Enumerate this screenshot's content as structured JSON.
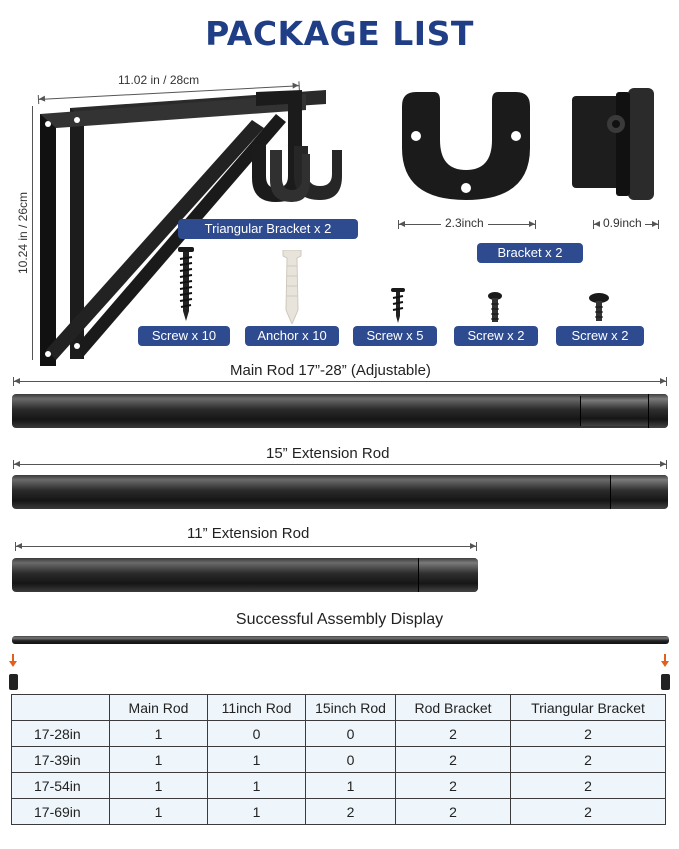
{
  "title": "PACKAGE LIST",
  "triangular_bracket": {
    "width_label": "11.02 in / 28cm",
    "height_label": "10.24 in / 26cm",
    "pill": "Triangular Bracket x 2"
  },
  "rod_bracket": {
    "width_label": "2.3inch",
    "depth_label": "0.9inch",
    "pill": "Bracket x 2"
  },
  "hardware": [
    {
      "label": "Screw x 10"
    },
    {
      "label": "Anchor x 10"
    },
    {
      "label": "Screw x 5"
    },
    {
      "label": "Screw x 2"
    },
    {
      "label": "Screw x 2"
    }
  ],
  "rods": {
    "main": "Main Rod 17”-28” (Adjustable)",
    "ext15": "15” Extension Rod",
    "ext11": "11” Extension Rod"
  },
  "assembly_title": "Successful Assembly Display",
  "colors": {
    "title": "#1f3e86",
    "pill": "#2e4b8f",
    "arrow": "#e0601e",
    "table_bg": "#eef6fb"
  },
  "table": {
    "headers": [
      "",
      "Main Rod",
      "11inch Rod",
      "15inch Rod",
      "Rod Bracket",
      "Triangular Bracket"
    ],
    "rows": [
      [
        "17-28in",
        "1",
        "0",
        "0",
        "2",
        "2"
      ],
      [
        "17-39in",
        "1",
        "1",
        "0",
        "2",
        "2"
      ],
      [
        "17-54in",
        "1",
        "1",
        "1",
        "2",
        "2"
      ],
      [
        "17-69in",
        "1",
        "1",
        "2",
        "2",
        "2"
      ]
    ]
  }
}
